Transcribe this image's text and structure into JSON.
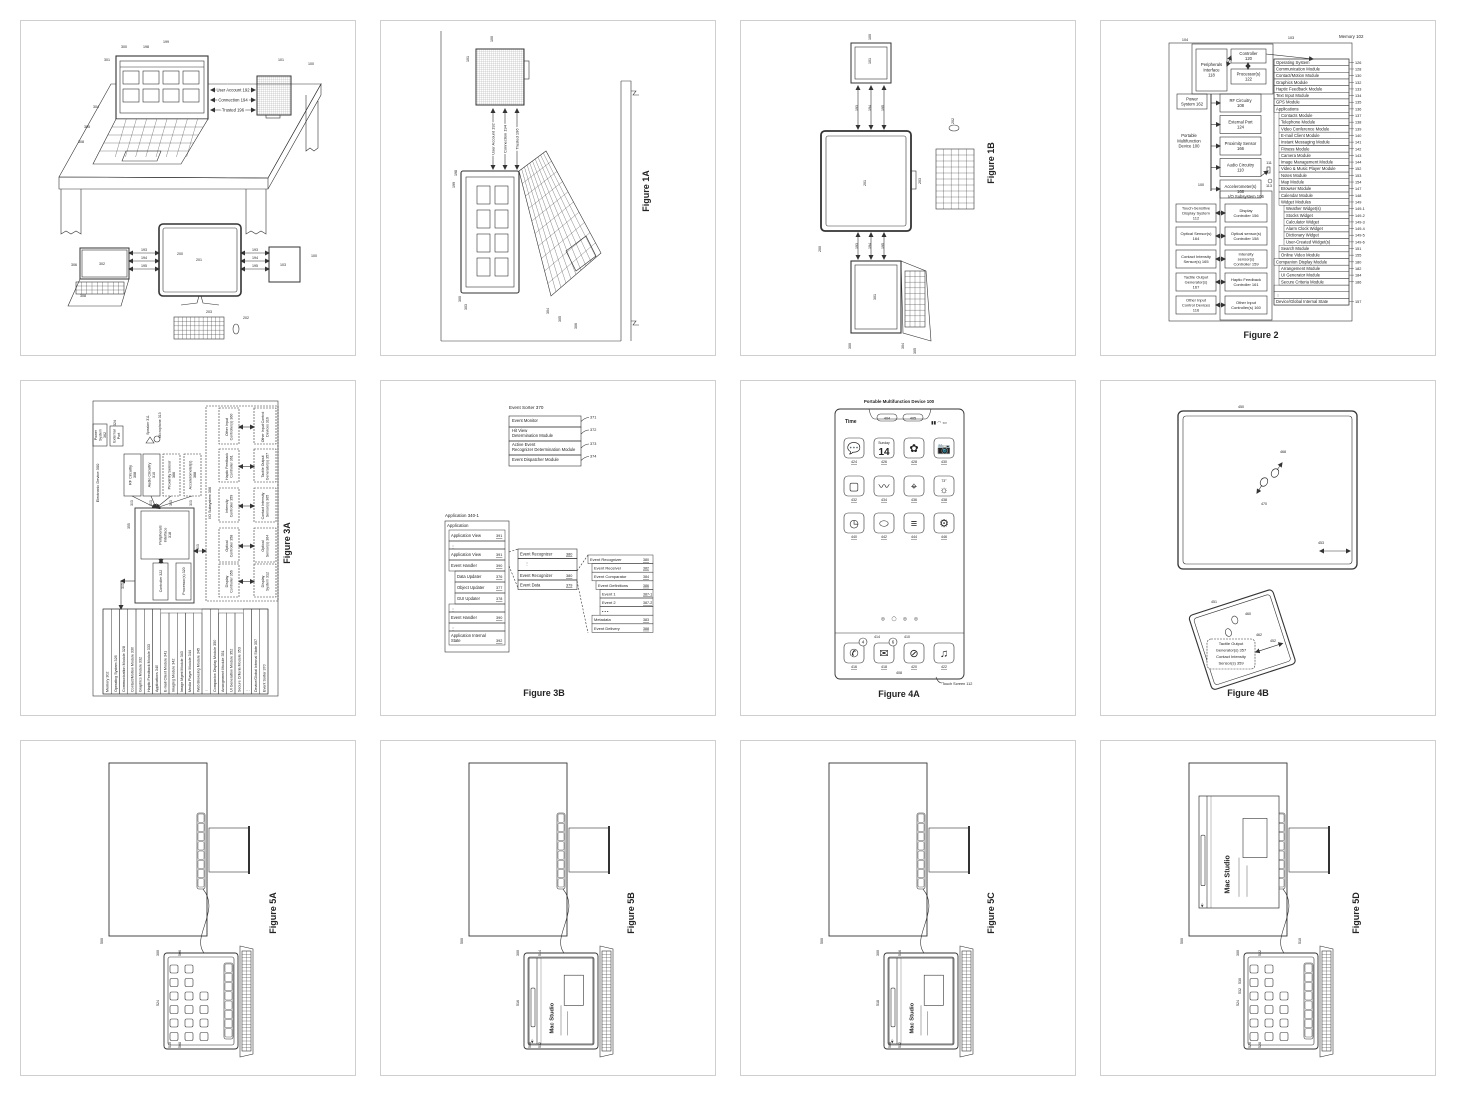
{
  "fig1": {
    "caption": "",
    "arrows": [
      "User Account 192",
      "Connection 194",
      "Trusted 196"
    ],
    "refs": [
      "300",
      "198",
      "199",
      "301",
      "101",
      "100",
      "304",
      "305",
      "308",
      "200",
      "193",
      "194",
      "195",
      "193",
      "194",
      "195",
      "201",
      "100",
      "103",
      "306",
      "302",
      "308",
      "203",
      "202"
    ]
  },
  "fig1a": {
    "caption": "Figure 1A",
    "arrows": [
      "User Account 192",
      "Connection 194",
      "Trusted 196"
    ],
    "refs": [
      "100",
      "101",
      "198",
      "199",
      "300",
      "303",
      "304",
      "305",
      "306"
    ]
  },
  "fig1b": {
    "caption": "Figure 1B",
    "refs": [
      "100",
      "101",
      "193",
      "194",
      "195",
      "201",
      "202",
      "203",
      "200",
      "193",
      "194",
      "195",
      "301",
      "300",
      "304",
      "305"
    ]
  },
  "fig2": {
    "caption": "Figure 2",
    "memory_label": "Memory 102",
    "memory_rows": [
      {
        "label": "Operating System",
        "ref": "126",
        "level": 0
      },
      {
        "label": "Communication Module",
        "ref": "128",
        "level": 0
      },
      {
        "label": "Contact/Motion Module",
        "ref": "130",
        "level": 0
      },
      {
        "label": "Graphics Module",
        "ref": "132",
        "level": 0
      },
      {
        "label": "Haptic Feedback Module",
        "ref": "133",
        "level": 0
      },
      {
        "label": "Text Input Module",
        "ref": "134",
        "level": 0
      },
      {
        "label": "GPS Module",
        "ref": "135",
        "level": 0
      },
      {
        "label": "Applications",
        "ref": "136",
        "level": 0
      },
      {
        "label": "Contacts Module",
        "ref": "137",
        "level": 1
      },
      {
        "label": "Telephone Module",
        "ref": "138",
        "level": 1
      },
      {
        "label": "Video Conference Module",
        "ref": "139",
        "level": 1
      },
      {
        "label": "E-mail Client Module",
        "ref": "140",
        "level": 1
      },
      {
        "label": "Instant Messaging Module",
        "ref": "141",
        "level": 1
      },
      {
        "label": "Fitness Module",
        "ref": "142",
        "level": 1
      },
      {
        "label": "Camera Module",
        "ref": "143",
        "level": 1
      },
      {
        "label": "Image Management Module",
        "ref": "144",
        "level": 1
      },
      {
        "label": "Video & Music Player Module",
        "ref": "152",
        "level": 1
      },
      {
        "label": "Notes Module",
        "ref": "153",
        "level": 1
      },
      {
        "label": "Map Module",
        "ref": "154",
        "level": 1
      },
      {
        "label": "Browser Module",
        "ref": "147",
        "level": 1
      },
      {
        "label": "Calendar Module",
        "ref": "148",
        "level": 1
      },
      {
        "label": "Widget Modules",
        "ref": "149",
        "level": 1
      },
      {
        "label": "Weather Widget(s)",
        "ref": "149-1",
        "level": 2
      },
      {
        "label": "Stocks Widget",
        "ref": "149-2",
        "level": 2
      },
      {
        "label": "Calculator Widget",
        "ref": "149-3",
        "level": 2
      },
      {
        "label": "Alarm Clock Widget",
        "ref": "149-4",
        "level": 2
      },
      {
        "label": "Dictionary Widget",
        "ref": "149-5",
        "level": 2
      },
      {
        "label": "User-Created Widget(s)",
        "ref": "149-6",
        "level": 2
      },
      {
        "label": "Search Module",
        "ref": "151",
        "level": 1
      },
      {
        "label": "Online Video Module",
        "ref": "155",
        "level": 1
      },
      {
        "label": "Companion Display Module",
        "ref": "180",
        "level": 0
      },
      {
        "label": "Arrangement Module",
        "ref": "182",
        "level": 1
      },
      {
        "label": "UI Generator Module",
        "ref": "184",
        "level": 1
      },
      {
        "label": "Secure Criteria Module",
        "ref": "186",
        "level": 1
      },
      {
        "label": "",
        "ref": "",
        "level": 0
      },
      {
        "label": "⋮",
        "ref": "",
        "level": 0
      },
      {
        "label": "Device/Global Internal State",
        "ref": "157",
        "level": 0
      }
    ],
    "top_boxes": {
      "peripherals": [
        "Peripherals",
        "Interface",
        "118"
      ],
      "controller": [
        "Controller",
        "120"
      ],
      "processor": [
        "Processor(s)",
        "122"
      ]
    },
    "mid_boxes": [
      [
        "RF Circuitry",
        "108"
      ],
      [
        "External Port",
        "124"
      ],
      [
        "Proximity Sensor",
        "166"
      ],
      [
        "Audio Circuitry",
        "110"
      ],
      [
        "Accelerometer(s)",
        "168"
      ]
    ],
    "power": [
      "Power",
      "System 162"
    ],
    "device": [
      "Portable",
      "Multifunction",
      "Device 100"
    ],
    "io_label": "I/O Subsystem 106",
    "io_controllers": [
      [
        "Display",
        "Controller 156"
      ],
      [
        "Optical sensor(s)",
        "Controller 158"
      ],
      [
        "Intensity",
        "sensor(s)",
        "Controller 159"
      ],
      [
        "Haptic Feedback",
        "Controller 161"
      ],
      [
        "Other Input",
        "Controller(s) 160"
      ]
    ],
    "io_devices": [
      [
        "Touch-Sensitive",
        "Display System",
        "112"
      ],
      [
        "Optical Sensor(s)",
        "164"
      ],
      [
        "Contact Intensity",
        "Sensor(s) 165"
      ],
      [
        "Tactile Output",
        "Generator(s)",
        "167"
      ],
      [
        "Other Input",
        "Control Devices",
        "116"
      ]
    ],
    "refs": [
      "104",
      "103",
      "111",
      "113",
      "100"
    ]
  },
  "fig3a": {
    "caption": "Figure 3A",
    "device_label": "Electronic Device 300",
    "memory_rows": [
      "Memory 302",
      "Operating System 326",
      "Communication Module 328",
      "Contact/Motion Module 330",
      "Graphics Module 332",
      "Haptic Feedback Module 333",
      "Applications 340",
      "E-mail Client Module 341",
      "Imaging Module 342",
      "Image Mgmt Module 343",
      "Media Player Module 344",
      "Web Browsing Module 345",
      "⋮",
      "Companion Display Module 350",
      "Arrangement Module 351",
      "UI Generation Module 352",
      "Secure Criteria Module 353",
      "⋮",
      "Device/Global Internal State 357",
      "Event Sorter 370"
    ],
    "power": [
      "Power",
      "System",
      "362"
    ],
    "port": [
      "External",
      "Port"
    ],
    "circuits": [
      [
        "RF Circuitry",
        "308"
      ],
      [
        "Audio Circuitry",
        "310"
      ],
      [
        "Proximity Sensor",
        "366"
      ],
      [
        "Accelerometer(s)",
        "368"
      ]
    ],
    "speaker": "Speaker 311",
    "microphone": "Microphone 313",
    "peripherals": [
      "Peripherals",
      "Interface",
      "318"
    ],
    "controller": "Controller 322",
    "processor": "Processor(s) 320",
    "io_label": "I/O Subsystem 306",
    "io_controllers": [
      [
        "Other Input",
        "Controller(s) 360"
      ],
      [
        "Haptic Feedback",
        "Controller 361"
      ],
      [
        "Intensity",
        "Controller 359"
      ],
      [
        "Optical",
        "Controller 358"
      ],
      [
        "Display",
        "Controller 356"
      ]
    ],
    "io_devices": [
      [
        "Other Input Control",
        "Devices 316"
      ],
      [
        "Tactile Output",
        "Generator(s) 357"
      ],
      [
        "Contact Intensity",
        "Sensor(s) 365"
      ],
      [
        "Optical",
        "Sensor(s) 364"
      ],
      [
        "Display",
        "System 312"
      ]
    ],
    "refs": [
      "303",
      "303",
      "303",
      "303",
      "303",
      "303",
      "355",
      "324"
    ]
  },
  "fig3b": {
    "caption": "Figure 3B",
    "sorter_label": "Event Sorter 370",
    "sorter_rows": [
      {
        "label": "Event Monitor",
        "ref": "371"
      },
      {
        "label": "Hit View Determination Module",
        "ref": "372"
      },
      {
        "label": "Active Event Recognizer Determination Module",
        "ref": "373"
      },
      {
        "label": "Event Dispatcher Module",
        "ref": "374"
      }
    ],
    "app_label": "Application 340-1",
    "app_title": "Application",
    "app_rows": [
      {
        "label": "Application View",
        "ref": "391",
        "level": 1
      },
      {
        "label": "⋮",
        "ref": "",
        "level": 1
      },
      {
        "label": "Application View",
        "ref": "391",
        "level": 1
      },
      {
        "label": "Event Handler",
        "ref": "390",
        "level": 1
      },
      {
        "label": "Data Updater",
        "ref": "376",
        "level": 2
      },
      {
        "label": "Object Updater",
        "ref": "377",
        "level": 2
      },
      {
        "label": "GUI Updater",
        "ref": "378",
        "level": 2
      },
      {
        "label": "⋮",
        "ref": "",
        "level": 1
      },
      {
        "label": "Event Handler",
        "ref": "390",
        "level": 1
      },
      {
        "label": "⋮",
        "ref": "",
        "level": 1
      },
      {
        "label": "Application Internal State",
        "ref": "392",
        "level": 1
      }
    ],
    "rec_rows": [
      {
        "label": "Event Recognizer",
        "ref": "380"
      },
      {
        "label": "⋮",
        "ref": ""
      },
      {
        "label": "Event Recognizer",
        "ref": "380"
      },
      {
        "label": "Event Data",
        "ref": "379"
      }
    ],
    "detail_rows": [
      {
        "label": "Event Recognizer",
        "ref": "380",
        "level": 0
      },
      {
        "label": "Event Receiver",
        "ref": "382",
        "level": 1
      },
      {
        "label": "Event Comparator",
        "ref": "384",
        "level": 1
      },
      {
        "label": "Event Definitions",
        "ref": "386",
        "level": 2
      },
      {
        "label": "Event 1",
        "ref": "387-1",
        "level": 3
      },
      {
        "label": "Event 2",
        "ref": "387-2",
        "level": 3
      },
      {
        "label": "• • •",
        "ref": "",
        "level": 3
      },
      {
        "label": "Metadata",
        "ref": "383",
        "level": 1
      },
      {
        "label": "Event Delivery",
        "ref": "388",
        "level": 1
      }
    ]
  },
  "fig4a": {
    "caption": "Figure 4A",
    "device_label": "Portable Multifunction Device 100",
    "time": "Time",
    "pills": [
      "404",
      "405"
    ],
    "icons": [
      {
        "name": "messages",
        "glyph": "💬",
        "ref": "424"
      },
      {
        "name": "calendar",
        "glyph": "14",
        "sub": "Sunday",
        "ref": "426"
      },
      {
        "name": "photos",
        "glyph": "✿",
        "ref": "428"
      },
      {
        "name": "camera",
        "glyph": "📷",
        "ref": "430"
      },
      {
        "name": "online-video",
        "glyph": "▢",
        "ref": "432"
      },
      {
        "name": "stocks",
        "glyph": "〰",
        "ref": "434"
      },
      {
        "name": "map",
        "glyph": "⌖",
        "ref": "436"
      },
      {
        "name": "weather",
        "glyph": "☼",
        "sub": "73°",
        "ref": "438"
      },
      {
        "name": "clock",
        "glyph": "◷",
        "ref": "440"
      },
      {
        "name": "fitness",
        "glyph": "⬭",
        "ref": "442"
      },
      {
        "name": "notes",
        "glyph": "≡",
        "ref": "444"
      },
      {
        "name": "settings",
        "glyph": "⚙",
        "ref": "446"
      }
    ],
    "dock": [
      {
        "name": "phone",
        "glyph": "✆",
        "ref": "416",
        "badge": "4"
      },
      {
        "name": "mail",
        "glyph": "✉",
        "ref": "418",
        "badge": "6"
      },
      {
        "name": "browser",
        "glyph": "⊘",
        "ref": "420",
        "badge": ""
      },
      {
        "name": "music",
        "glyph": "♫",
        "ref": "422",
        "badge": ""
      }
    ],
    "dock_refs": [
      "414",
      "410",
      "408"
    ],
    "touch_screen": "Touch Screen 112"
  },
  "fig4b": {
    "caption": "Figure 4B",
    "refs": [
      "450",
      "468",
      "470",
      "453",
      "451",
      "460",
      "462",
      "452"
    ],
    "callout": [
      "Tactile Output",
      "Generator(s) 357",
      "Contact Intensity",
      "Sensor(s) 359"
    ]
  },
  "fig5": [
    {
      "caption": "Figure 5A",
      "variant": "home",
      "refs": [
        "500",
        "300",
        "524",
        "506",
        "510",
        "508"
      ]
    },
    {
      "caption": "Figure 5B",
      "variant": "window",
      "title": "Mac Studio",
      "refs": [
        "500",
        "300",
        "516",
        "514",
        "506",
        "512"
      ]
    },
    {
      "caption": "Figure 5C",
      "variant": "window",
      "title": "Mac Studio",
      "refs": [
        "500",
        "300",
        "518",
        "516",
        "506",
        "512"
      ]
    },
    {
      "caption": "Figure 5D",
      "variant": "monitor-window",
      "title": "Mac Studio",
      "refs": [
        "500",
        "300",
        "524",
        "522",
        "526",
        "528",
        "510",
        "530",
        "532"
      ]
    }
  ]
}
